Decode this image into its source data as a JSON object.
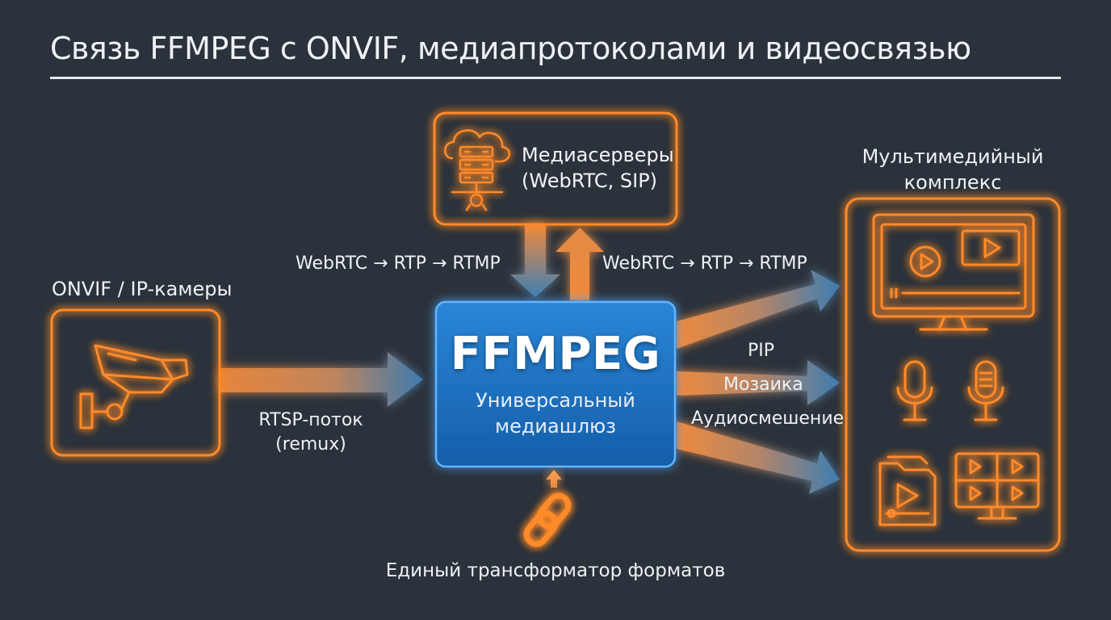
{
  "title": "Связь FFMPEG с ONVIF, медиапротоколами и видеосвязью",
  "cameras": {
    "label": "ONVIF / IP-камеры"
  },
  "media_servers": {
    "line1": "Медиасерверы",
    "line2": "(WebRTC, SIP)"
  },
  "ffmpeg": {
    "title": "FFMPEG",
    "sub_line1": "Универсальный",
    "sub_line2": "медиашлюз"
  },
  "complex": {
    "line1": "Мультимедийный",
    "line2": "комплекс"
  },
  "flows": {
    "rtsp_line1": "RTSP-поток",
    "rtsp_line2": "(remux)",
    "webrtc_left": "WebRTC → RTP → RTMP",
    "webrtc_right": "WebRTC → RTP → RTMP",
    "pip": "PIP",
    "mosaic": "Мозаика",
    "audio_mix": "Аудиосмешение"
  },
  "bottom_caption": "Единый трансформатор форматов",
  "colors": {
    "background": "#2b323b",
    "neon_orange": "#ff8a2a",
    "ffmpeg_blue": "#1f72c4",
    "arrow_blue": "#3f7fb5"
  },
  "icons": [
    "security-camera-icon",
    "cloud-server-icon",
    "monitor-play-icon",
    "microphone-icon",
    "studio-microphone-icon",
    "video-file-icon",
    "video-grid-icon",
    "chain-link-icon"
  ]
}
